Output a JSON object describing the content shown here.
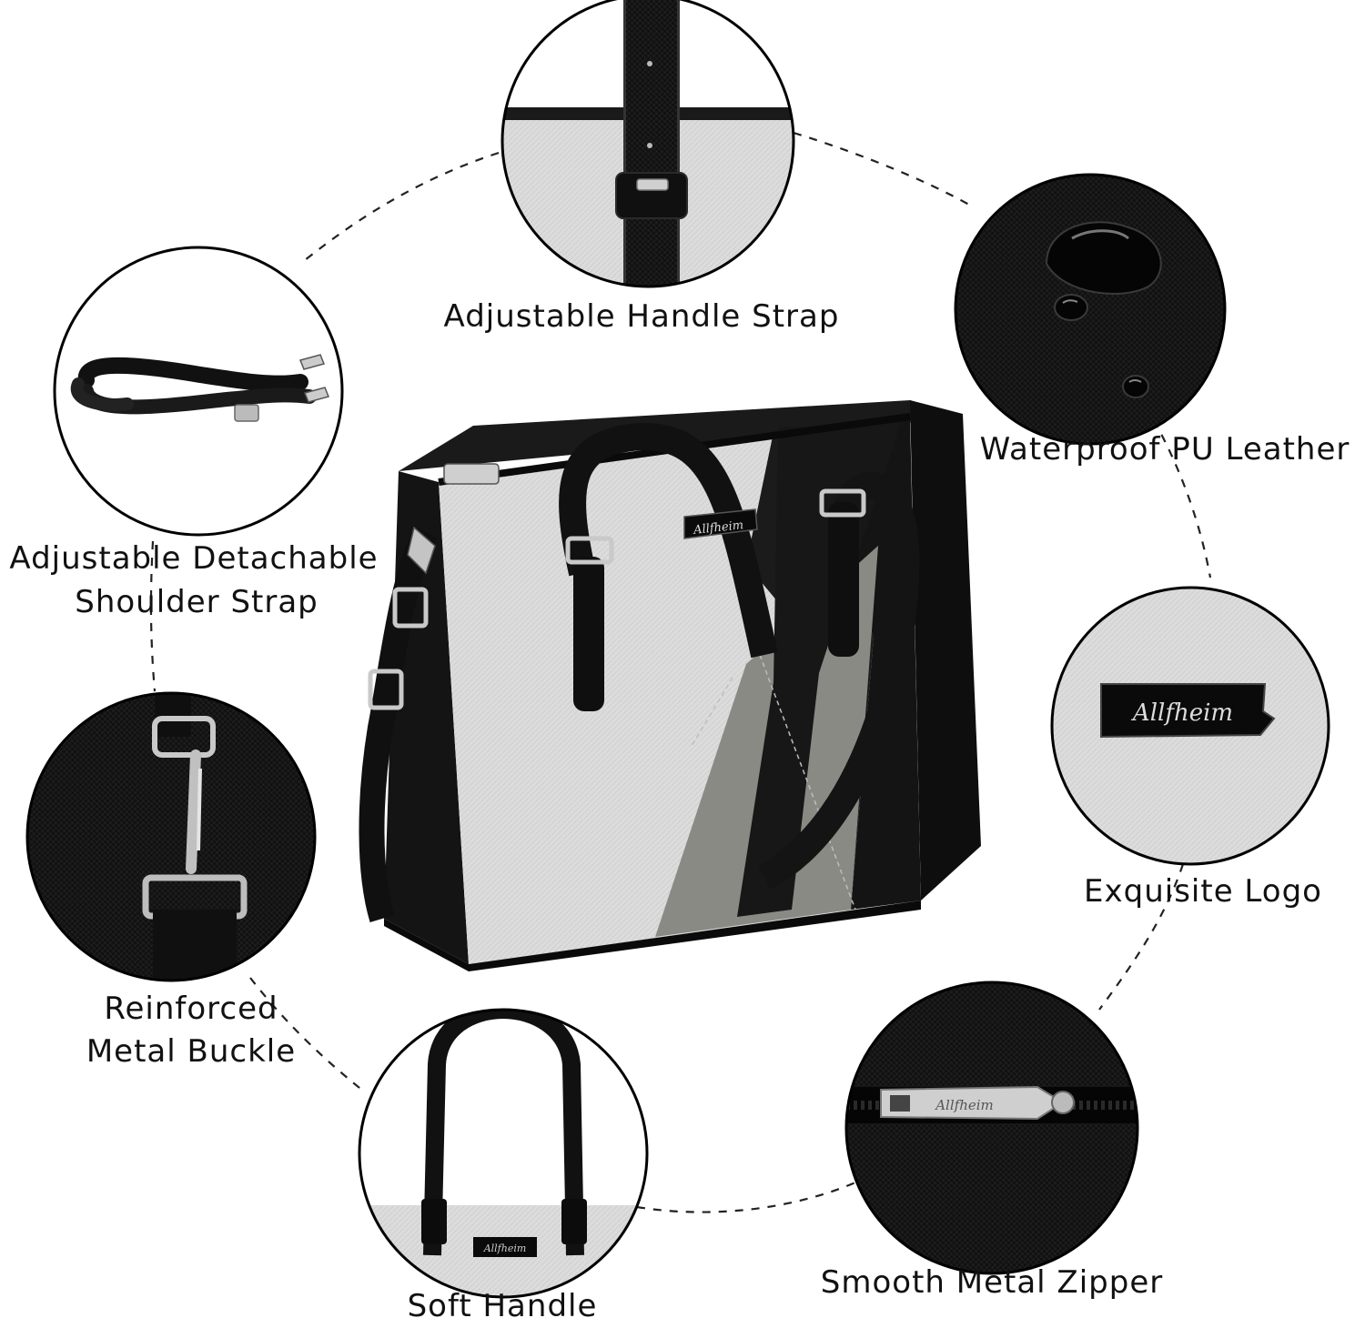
{
  "brand": {
    "logo_text": "Allfheim"
  },
  "features": {
    "handle_strap": "Adjustable Handle Strap",
    "waterproof": "Waterproof PU Leather",
    "shoulder_strap_line1": "Adjustable Detachable",
    "shoulder_strap_line2": "Shoulder Strap",
    "logo": "Exquisite Logo",
    "buckle_line1": "Reinforced",
    "buckle_line2": "Metal Buckle",
    "soft_handle": "Soft Handle",
    "zipper": "Smooth Metal Zipper"
  },
  "colors": {
    "black_leather": "#141414",
    "silver_leather": "#d9d9d9",
    "gray_leather": "#8a8a85",
    "metal": "#c8c8c8",
    "outline": "#000000"
  },
  "icons": [
    "handle-strap-closeup",
    "water-drop-closeup",
    "shoulder-strap-closeup",
    "logo-plate-closeup",
    "metal-buckle-closeup",
    "soft-handle-closeup",
    "zipper-closeup",
    "tote-bag-main"
  ]
}
